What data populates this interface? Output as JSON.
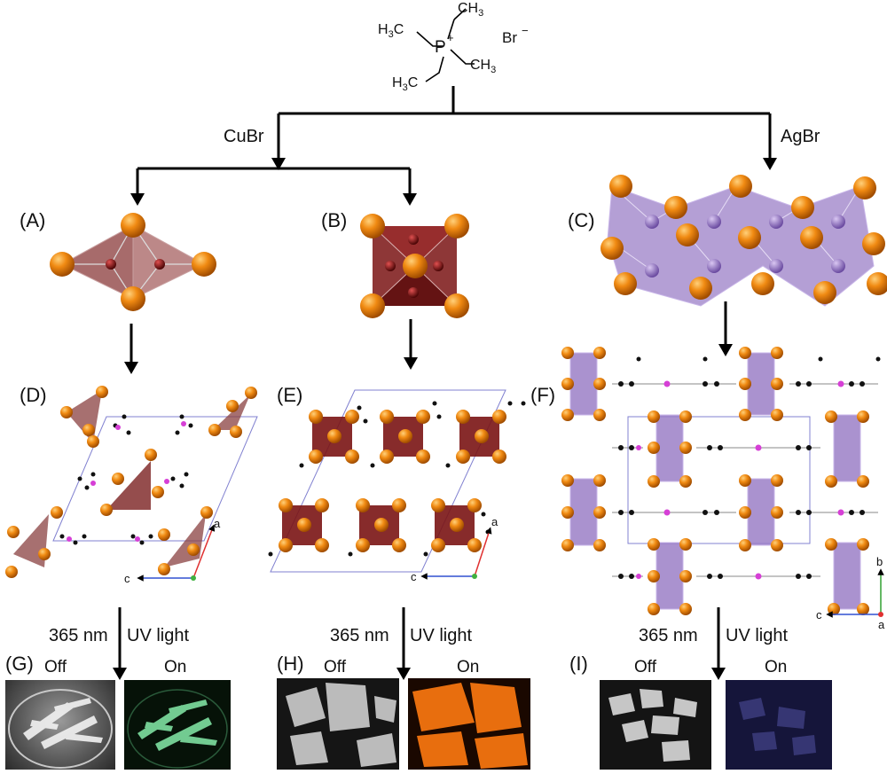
{
  "molecule": {
    "h3c_top_left": "H3C",
    "ch3_top": "CH3",
    "phosphorus": "P",
    "charge": "+",
    "ch3_right": "CH3",
    "h3c_bottom": "H3C",
    "counterion": "Br",
    "counterion_charge": "−"
  },
  "reagents": {
    "left": "CuBr",
    "right": "AgBr"
  },
  "panels": {
    "A": "(A)",
    "B": "(B)",
    "C": "(C)",
    "D": "(D)",
    "E": "(E)",
    "F": "(F)",
    "G": "(G)",
    "H": "(H)",
    "I": "(I)"
  },
  "uv": {
    "wavelength": "365 nm",
    "light": "UV light"
  },
  "states": {
    "off": "Off",
    "on": "On"
  },
  "axes": {
    "D": {
      "a": "a",
      "c": "c"
    },
    "E": {
      "a": "a",
      "c": "c"
    },
    "F": {
      "b": "b",
      "c": "c",
      "a": "a"
    }
  },
  "colors": {
    "bromine": "#f08a12",
    "copper_polyhedron": "#7a1414",
    "silver_polyhedron": "#9b7fc7",
    "phosphorus_atom": "#d63fd6",
    "glow_green": "#7ee0a0",
    "glow_orange": "#ff7a10",
    "glow_blue": "#2a2a6a"
  }
}
